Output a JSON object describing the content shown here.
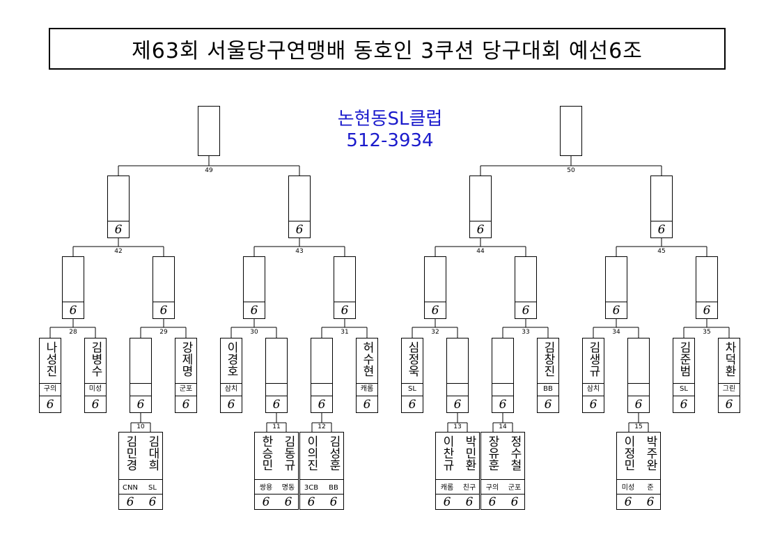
{
  "title": "제63회 서울당구연맹배 동호인 3쿠션 당구대회 예선6조",
  "sponsor": {
    "name": "논현동SL클럽",
    "phone": "512-3934"
  },
  "score_mark": "6",
  "match_numbers": {
    "m10": "10",
    "m11": "11",
    "m12": "12",
    "m13": "13",
    "m14": "14",
    "m15": "15",
    "m28": "28",
    "m29": "29",
    "m30": "30",
    "m31": "31",
    "m32": "32",
    "m33": "33",
    "m34": "34",
    "m35": "35",
    "m42": "42",
    "m43": "43",
    "m44": "44",
    "m45": "45",
    "m49": "49",
    "m50": "50"
  },
  "players": {
    "p_na": {
      "name": "나성진",
      "club": "구의"
    },
    "p_kimbs": {
      "name": "김병수",
      "club": "미성"
    },
    "p_kang": {
      "name": "강제명",
      "club": "군포"
    },
    "p_lee_k": {
      "name": "이경호",
      "club": "삼치"
    },
    "p_heo": {
      "name": "허수현",
      "club": "캐롬"
    },
    "p_sim": {
      "name": "심정욱",
      "club": "SL"
    },
    "p_kimcj": {
      "name": "김창진",
      "club": "BB"
    },
    "p_kimsg": {
      "name": "김생규",
      "club": "삼치"
    },
    "p_kimjb": {
      "name": "김준범",
      "club": "SL"
    },
    "p_cha": {
      "name": "차덕환",
      "club": "그린"
    },
    "p_kimmk": {
      "name": "김민경",
      "club": "CNN"
    },
    "p_kimdh": {
      "name": "김대희",
      "club": "SL"
    },
    "p_han": {
      "name": "한승민",
      "club": "쌍용"
    },
    "p_kimdg": {
      "name": "김동규",
      "club": "명동"
    },
    "p_leeej": {
      "name": "이의진",
      "club": "3CB"
    },
    "p_kimsh": {
      "name": "김성훈",
      "club": "BB"
    },
    "p_leecg": {
      "name": "이찬규",
      "club": "캐롬"
    },
    "p_park_mh": {
      "name": "박민환",
      "club": "친구"
    },
    "p_jang": {
      "name": "장유훈",
      "club": "구의"
    },
    "p_jung": {
      "name": "정수철",
      "club": "군포"
    },
    "p_leejm": {
      "name": "이정민",
      "club": "미성"
    },
    "p_park_jw": {
      "name": "박주완",
      "club": "준"
    }
  }
}
